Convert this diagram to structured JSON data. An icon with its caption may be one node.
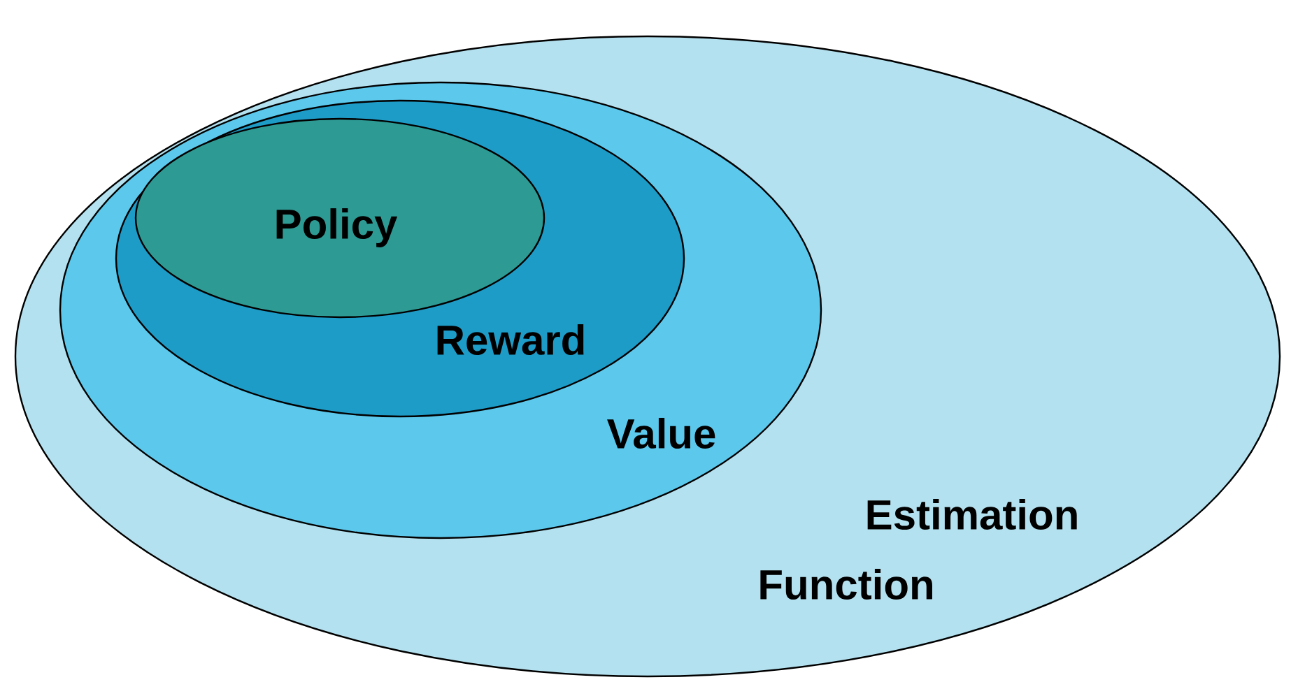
{
  "diagram": {
    "nodes": [
      {
        "text": [
          "Estimation",
          "Function"
        ]
      },
      {
        "text": [
          "Value"
        ],
        "in": 0
      },
      {
        "text": [
          "Reward"
        ],
        "in": 1
      },
      {
        "text": [
          "Policy"
        ],
        "in": 2
      }
    ]
  }
}
